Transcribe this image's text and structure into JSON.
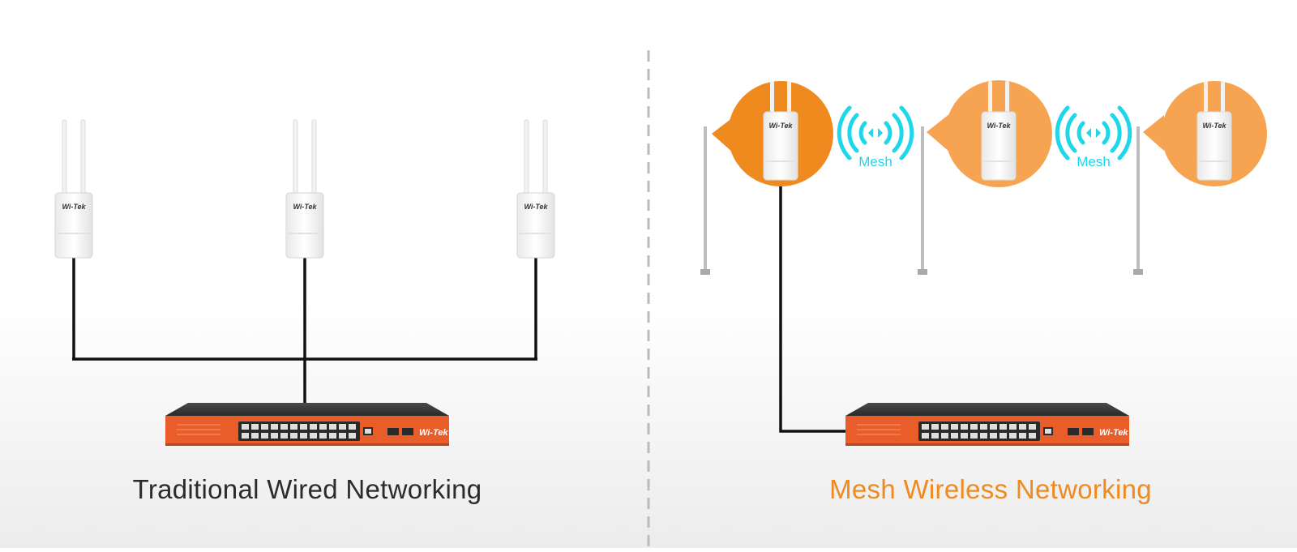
{
  "left_panel": {
    "caption": "Traditional Wired Networking",
    "caption_color": "#2b2b2b"
  },
  "right_panel": {
    "caption": "Mesh Wireless Networking",
    "caption_color": "#ef8a1f",
    "mesh_labels": [
      "Mesh",
      "Mesh"
    ],
    "mesh_color": "#1fd7ea"
  },
  "brand": "Wi-Tek",
  "colors": {
    "switch_body": "#e85d2a",
    "switch_top": "#3a3a3a",
    "bubble_dark": "#ef8a1f",
    "bubble_light": "#f6a452",
    "cable": "#111111",
    "divider": "#bbbbbb",
    "pole": "#bdbdbd"
  }
}
